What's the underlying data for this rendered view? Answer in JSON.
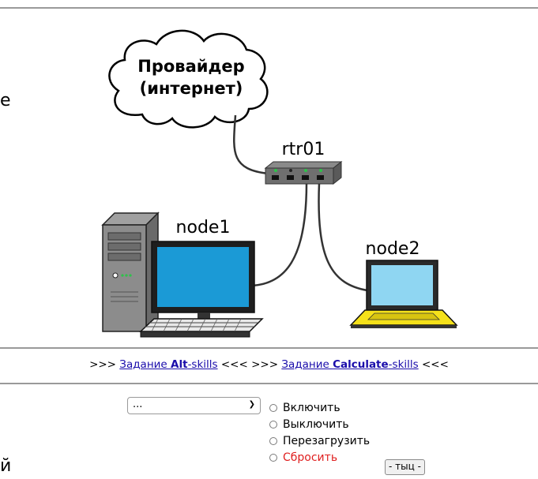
{
  "diagram": {
    "cloud_line1": "Провайдер",
    "cloud_line2": "(интернет)",
    "router": "rtr01",
    "desktop": "node1",
    "laptop": "node2"
  },
  "stray_text": {
    "left_top": "e",
    "left_bottom": "й"
  },
  "links": {
    "prefix1": ">>> ",
    "task1_word": "Задание ",
    "task1_bold": "Alt",
    "task1_tail": "-skills",
    "mid": " <<< >>> ",
    "task2_word": "Задание ",
    "task2_bold": "Calculate",
    "task2_tail": "-skills",
    "suffix": " <<<"
  },
  "controls": {
    "select_value": "...",
    "radios": [
      "Включить",
      "Выключить",
      "Перезагрузить",
      "Сбросить"
    ],
    "button_label": "- тыц -"
  },
  "colors": {
    "link": "#1a0dab",
    "danger": "#e02020",
    "screen": "#1b9ad6",
    "laptop_body": "#f5e11a",
    "led": "#2ec24a"
  }
}
